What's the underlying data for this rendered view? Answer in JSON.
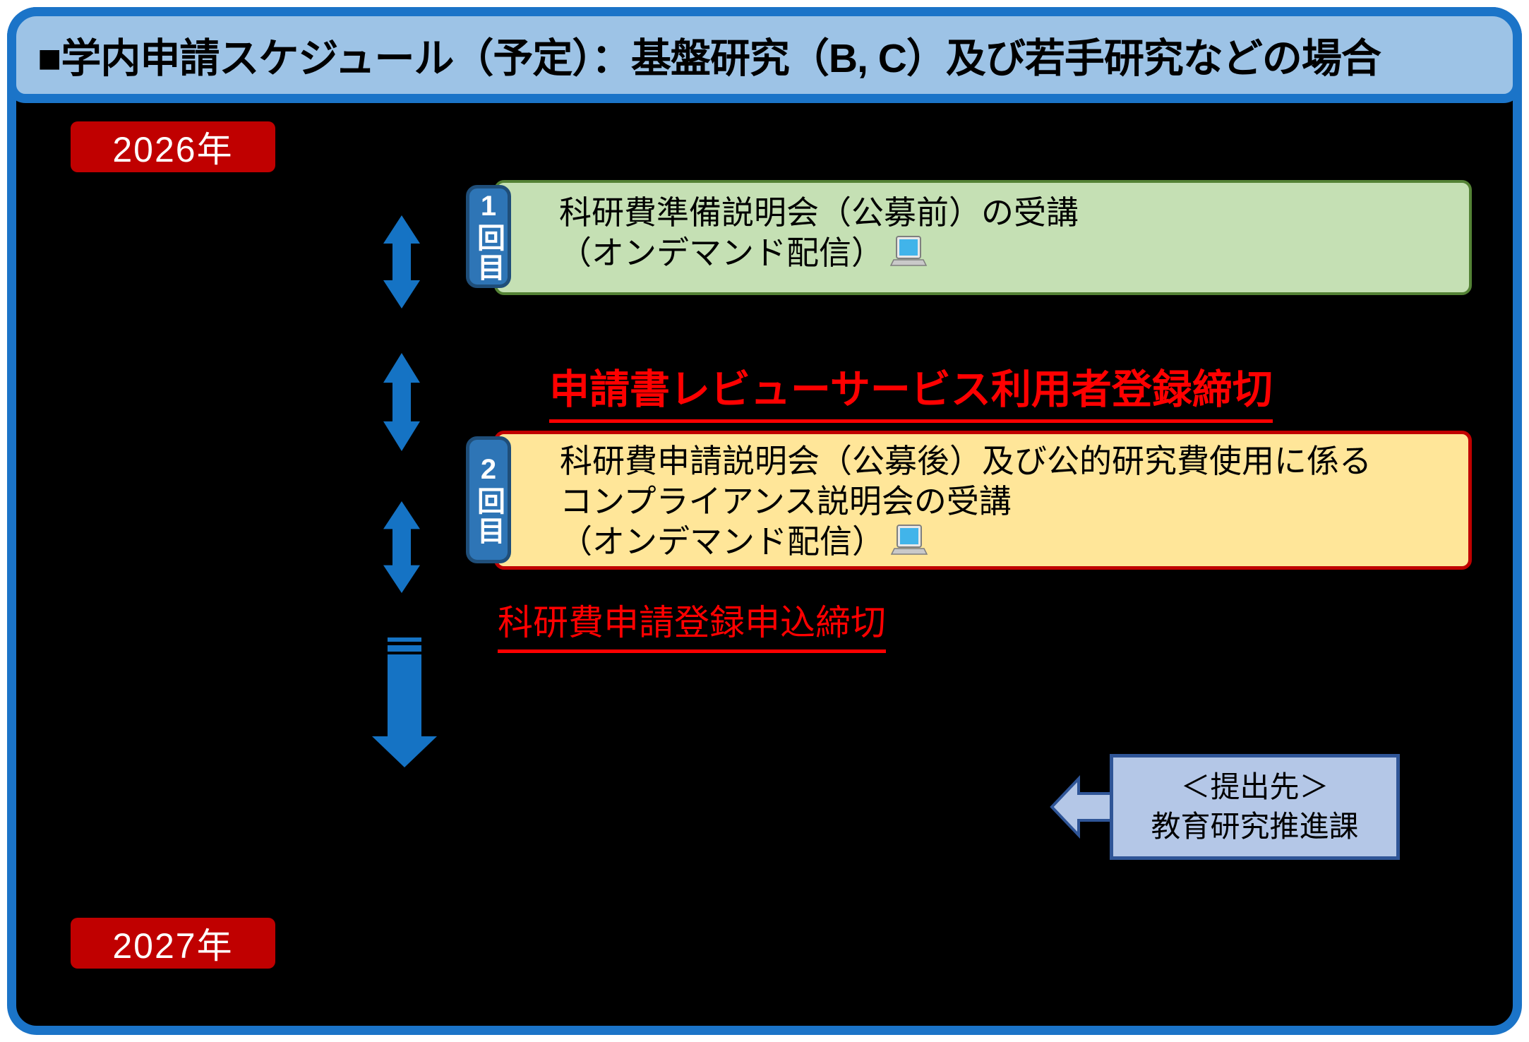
{
  "title": "■学内申請スケジュール（予定）：基盤研究（B, C）及び若手研究などの場合",
  "year_badges": {
    "start": "2026年",
    "end": "2027年"
  },
  "sessions": [
    {
      "badge": "1回目",
      "lines": [
        "科研費準備説明会（公募前）の受講",
        "（オンデマンド配信）"
      ],
      "icon": "laptop-icon"
    },
    {
      "badge": "2回目",
      "lines": [
        "科研費申請説明会（公募後）及び公的研究費使用に係る",
        "コンプライアンス説明会の受講",
        "（オンデマンド配信）"
      ],
      "icon": "laptop-icon"
    }
  ],
  "deadlines": [
    {
      "text": "申請書レビューサービス利用者登録締切"
    },
    {
      "text": "科研費申請登録申込締切"
    }
  ],
  "submission": {
    "lines": [
      "＜提出先＞",
      "教育研究推進課"
    ]
  },
  "colors": {
    "frame_border": "#1B74C8",
    "slide_background": "#000000",
    "title_bar_fill": "#9DC3E6",
    "year_badge_fill": "#C00000",
    "arrow_blue": "#1573C4",
    "session1_fill": "#C5E0B4",
    "session1_border": "#548235",
    "session2_fill": "#FFE699",
    "session2_border": "#C00000",
    "round_label_fill": "#2E75B6",
    "round_label_border": "#1F4E79",
    "deadline_text": "#FF0000",
    "submission_fill": "#B4C7E7",
    "submission_border": "#2F5597"
  }
}
